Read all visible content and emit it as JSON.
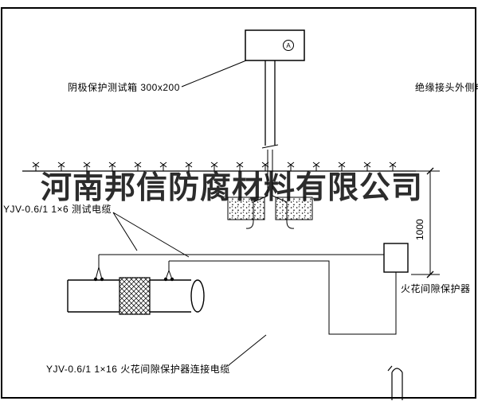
{
  "drawing": {
    "background": "#ffffff",
    "line_color": "#000000",
    "labels": {
      "test_box": "阴极保护测试箱 300x200",
      "outer_cable": "绝缘接头外侧电缆",
      "test_cable": "YJV-0.6/1 1×6  测试电缆",
      "spark_gap_protector": "火花间隙保护器",
      "protector_cable": "YJV-0.6/1 1×16  火花间隙保护器连接电缆",
      "dimension_1000": "1000",
      "ammeter": "A"
    },
    "watermark": "河南邦信防腐材料有限公司"
  }
}
